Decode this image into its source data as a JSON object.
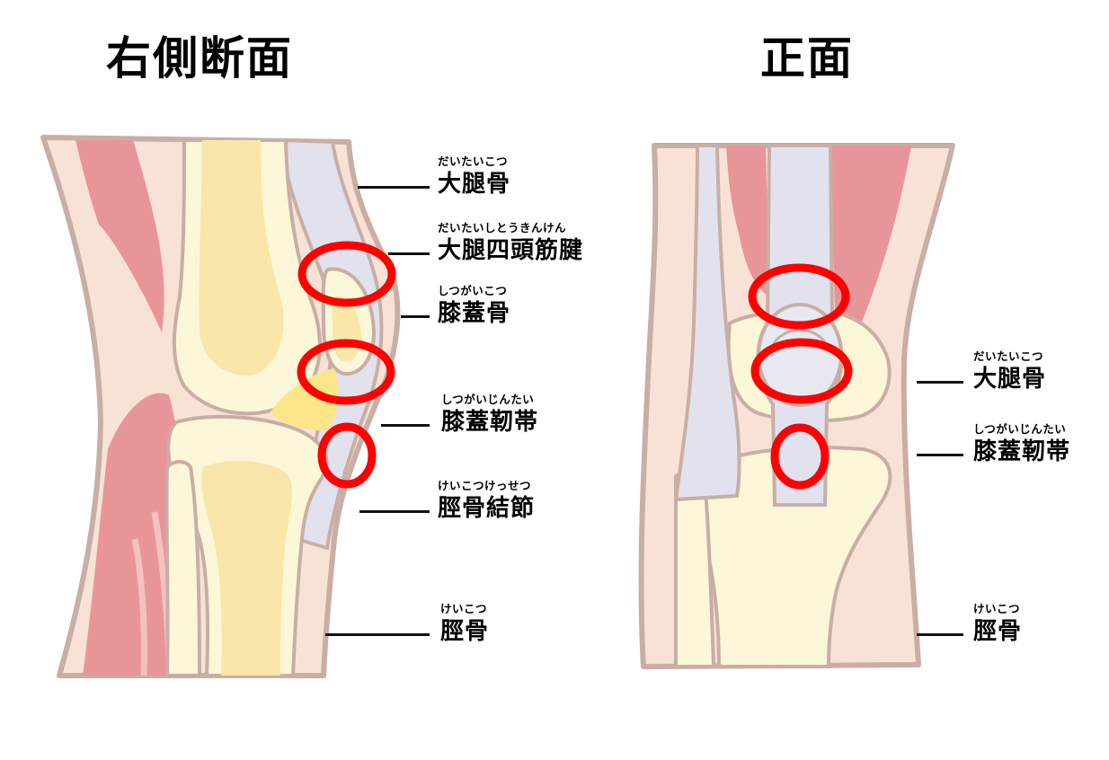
{
  "titles": {
    "lateral": "右側断面",
    "frontal": "正面"
  },
  "lateral_labels": [
    {
      "ruby": "だいたいこつ",
      "text": "大腿骨"
    },
    {
      "ruby": "だいたいしとうきんけん",
      "text": "大腿四頭筋腱"
    },
    {
      "ruby": "しつがいこつ",
      "text": "膝蓋骨"
    },
    {
      "ruby": "しつがいじんたい",
      "text": "膝蓋靭帯"
    },
    {
      "ruby": "けいこつけっせつ",
      "text": "脛骨結節"
    },
    {
      "ruby": "けいこつ",
      "text": "脛骨"
    }
  ],
  "frontal_labels": [
    {
      "ruby": "だいたいこつ",
      "text": "大腿骨"
    },
    {
      "ruby": "しつがいじんたい",
      "text": "膝蓋靭帯"
    },
    {
      "ruby": "けいこつ",
      "text": "脛骨"
    }
  ],
  "colors": {
    "skin": "#f8e2d6",
    "skin_outline": "#c9aea5",
    "muscle": "#e8959a",
    "bone": "#fbf7d8",
    "marrow": "#f9e6a8",
    "tendon": "#e2e2ee",
    "cartilage": "#fbe78a",
    "highlight": "#ff0000"
  }
}
